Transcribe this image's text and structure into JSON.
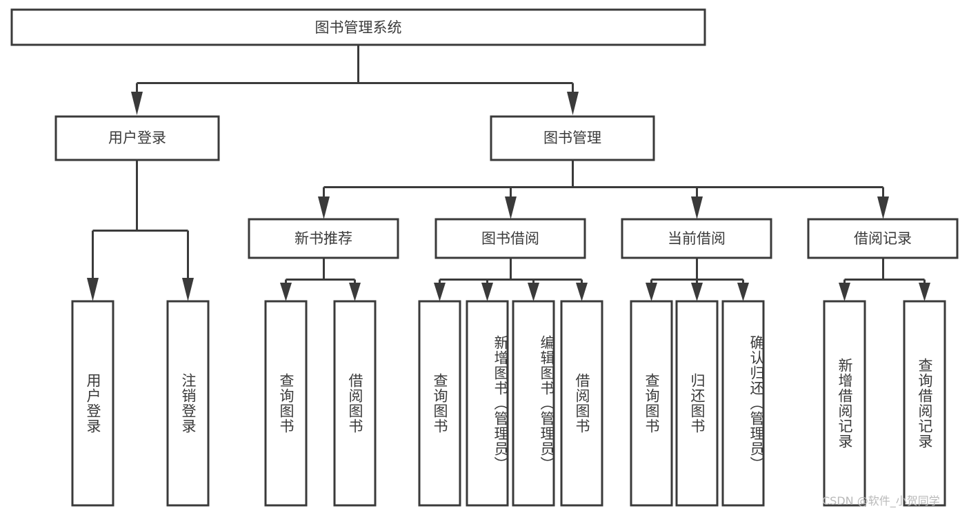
{
  "diagram": {
    "type": "tree",
    "title": "图书管理系统",
    "root": {
      "id": "root",
      "label": "图书管理系统"
    },
    "level2": [
      {
        "id": "user-login",
        "label": "用户登录"
      },
      {
        "id": "book-management",
        "label": "图书管理"
      }
    ],
    "level3": [
      {
        "id": "new-book-recommend",
        "label": "新书推荐",
        "parent": "book-management"
      },
      {
        "id": "book-borrow",
        "label": "图书借阅",
        "parent": "book-management"
      },
      {
        "id": "current-borrow",
        "label": "当前借阅",
        "parent": "book-management"
      },
      {
        "id": "borrow-record",
        "label": "借阅记录",
        "parent": "book-management"
      }
    ],
    "leaves": [
      {
        "id": "leaf-user-login",
        "label": "用户登录",
        "parent": "user-login"
      },
      {
        "id": "leaf-user-logout",
        "label": "注销登录",
        "parent": "user-login"
      },
      {
        "id": "leaf-query-book-1",
        "label": "查询图书",
        "parent": "new-book-recommend"
      },
      {
        "id": "leaf-borrow-book-1",
        "label": "借阅图书",
        "parent": "new-book-recommend"
      },
      {
        "id": "leaf-query-book-2",
        "label": "查询图书",
        "parent": "book-borrow"
      },
      {
        "id": "leaf-add-book",
        "label": "新增图书（管理员）",
        "parent": "book-borrow"
      },
      {
        "id": "leaf-edit-book",
        "label": "编辑图书（管理员）",
        "parent": "book-borrow"
      },
      {
        "id": "leaf-borrow-book-2",
        "label": "借阅图书",
        "parent": "book-borrow"
      },
      {
        "id": "leaf-query-book-3",
        "label": "查询图书",
        "parent": "current-borrow"
      },
      {
        "id": "leaf-return-book",
        "label": "归还图书",
        "parent": "current-borrow"
      },
      {
        "id": "leaf-confirm-return",
        "label": "确认归还（管理员）",
        "parent": "current-borrow"
      },
      {
        "id": "leaf-add-record",
        "label": "新增借阅记录",
        "parent": "borrow-record"
      },
      {
        "id": "leaf-query-record",
        "label": "查询借阅记录",
        "parent": "borrow-record"
      }
    ]
  },
  "watermark": {
    "text": "CSDN @软件_小贺同学"
  },
  "colors": {
    "stroke": "#3a3a3a",
    "fill": "#ffffff",
    "text": "#3a3a3a",
    "watermark": "#b9b9b9",
    "background": "#ffffff"
  }
}
